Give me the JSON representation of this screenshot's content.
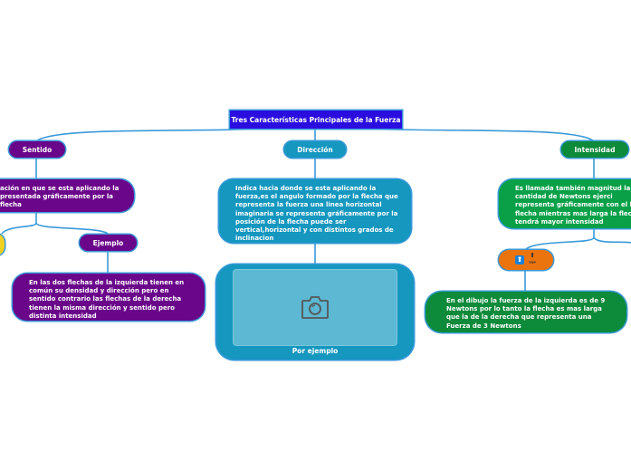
{
  "root": {
    "label": "Tres Características Principales de la Fuerza"
  },
  "branches": {
    "sentido": {
      "label": "Sentido",
      "description": "ación en que se esta aplicando la presentada gráficamente por la flecha",
      "example_label": "Ejemplo",
      "example_text": "En las dos flechas de la izquierda tienen en común su densidad y dirección pero en sentido contrario las flechas de la derecha tienen la misma dirección y sentido pero distinta intensidad"
    },
    "direccion": {
      "label": "Dirección",
      "description": "Indica hacia donde se esta aplicando la fuerza,es el angulo formado por la flecha que representa  la fuerza una linea horizontal imaginaria se representa gráficamente por la posición  de la flecha puede ser vertical,horizontal y con distintos grados de inclinacion",
      "image_caption": "Por ejemplo",
      "image_icon": "camera-icon"
    },
    "intensidad": {
      "label": "Intensidad",
      "description": "Es llamada también magnitud la es la cantidad de Newtons ejerci representa gráficamente con el l flecha mientras mas larga la flec tendrá mayor intensidad",
      "icons_node": {
        "icons": [
          "arrow-up-icon",
          "top-icon"
        ],
        "top_text": "TOP"
      },
      "example_text": "En el dibujo la fuerza de la izquierda es de 9 Newtons por lo tanto la flecha es mas larga que la de la derecha que representa una Fuerza de 3 Newtons"
    }
  },
  "colors": {
    "root": "#2a0ee0",
    "sentido": "#6a068a",
    "direccion": "#1597bf",
    "intensidad": "#0d8a3a",
    "intensidad_desc": "#0aa048",
    "icons_node": "#ec740e",
    "yellow_node": "#f0d020",
    "connector": "#3a9ad9"
  }
}
